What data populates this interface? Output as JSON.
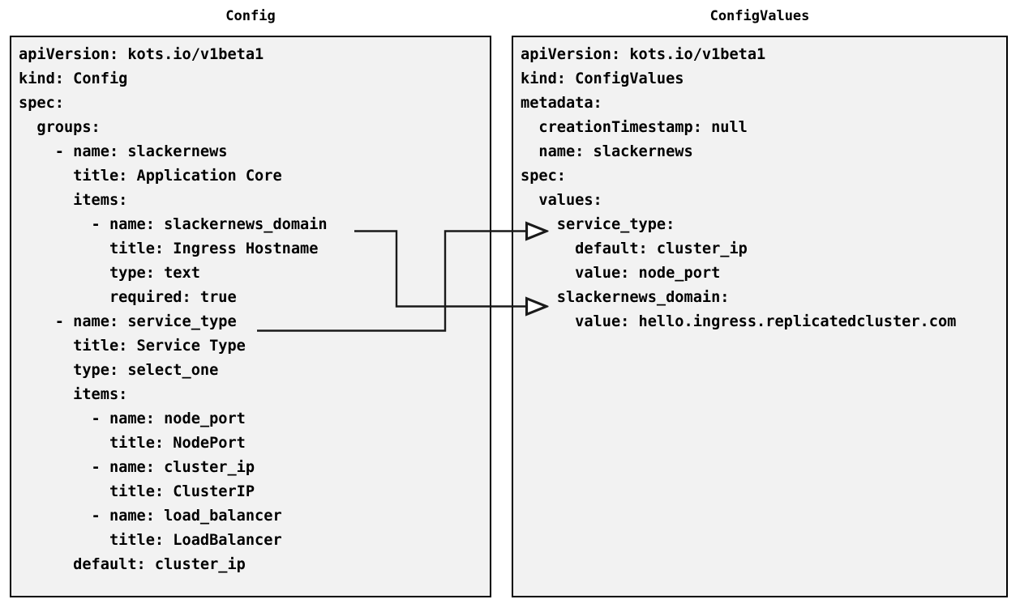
{
  "diagram": {
    "type": "two-panel-yaml-mapping",
    "background_color": "#ffffff",
    "panel_fill_color": "#f2f2f2",
    "panel_border_color": "#000000",
    "connector_color": "#1a1a1a",
    "arrowhead_style": "open-triangle"
  },
  "left_panel": {
    "title": "Config",
    "code": "apiVersion: kots.io/v1beta1\nkind: Config\nspec:\n  groups:\n    - name: slackernews\n      title: Application Core\n      items:\n        - name: slackernews_domain\n          title: Ingress Hostname\n          type: text\n          required: true\n    - name: service_type\n      title: Service Type\n      type: select_one\n      items:\n        - name: node_port\n          title: NodePort\n        - name: cluster_ip\n          title: ClusterIP\n        - name: load_balancer\n          title: LoadBalancer\n      default: cluster_ip",
    "lines": [
      "apiVersion: kots.io/v1beta1",
      "kind: Config",
      "spec:",
      "  groups:",
      "    - name: slackernews",
      "      title: Application Core",
      "      items:",
      "        - name: slackernews_domain",
      "          title: Ingress Hostname",
      "          type: text",
      "          required: true",
      "    - name: service_type",
      "      title: Service Type",
      "      type: select_one",
      "      items:",
      "        - name: node_port",
      "          title: NodePort",
      "        - name: cluster_ip",
      "          title: ClusterIP",
      "        - name: load_balancer",
      "          title: LoadBalancer",
      "      default: cluster_ip"
    ]
  },
  "right_panel": {
    "title": "ConfigValues",
    "code": "apiVersion: kots.io/v1beta1\nkind: ConfigValues\nmetadata:\n  creationTimestamp: null\n  name: slackernews\nspec:\n  values:\n    service_type:\n      default: cluster_ip\n      value: node_port\n    slackernews_domain:\n      value: hello.ingress.replicatedcluster.com",
    "lines": [
      "apiVersion: kots.io/v1beta1",
      "kind: ConfigValues",
      "metadata:",
      "  creationTimestamp: null",
      "  name: slackernews",
      "spec:",
      "  values:",
      "    service_type:",
      "      default: cluster_ip",
      "      value: node_port",
      "    slackernews_domain:",
      "      value: hello.ingress.replicatedcluster.com"
    ]
  },
  "connections": [
    {
      "id": "domain-link",
      "from_label": "slackernews_domain",
      "to_label": "slackernews_domain:",
      "from_side": "left-panel",
      "to_side": "right-panel"
    },
    {
      "id": "service-type-link",
      "from_label": "service_type",
      "to_label": "service_type:",
      "from_side": "left-panel",
      "to_side": "right-panel"
    }
  ]
}
